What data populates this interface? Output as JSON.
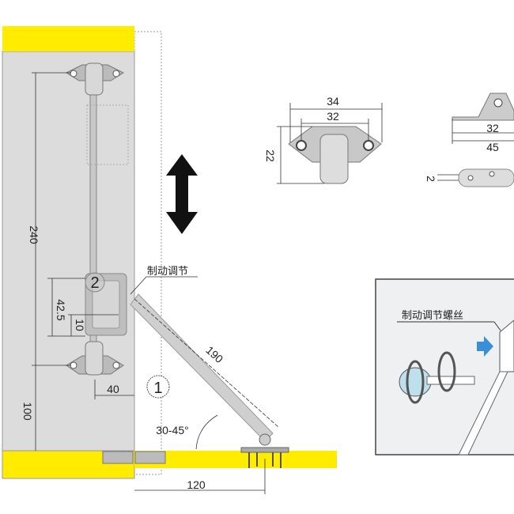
{
  "colors": {
    "wood": "#ffec00",
    "panel": "#dcdcdc",
    "inset_bg": "#eef0f2",
    "arrow_blue": "#3a8fd8"
  },
  "main_view": {
    "dim_240": "240",
    "dim_100": "100",
    "dim_42_5": "42.5",
    "dim_10": "10",
    "dim_40": "40",
    "dim_190": "190",
    "dim_120": "120",
    "angle": "30-45°",
    "marker_1": "1",
    "marker_2": "2",
    "brake_adjust_label": "制动调节"
  },
  "bracket_detail": {
    "dim_34": "34",
    "dim_32": "32",
    "dim_22": "22"
  },
  "side_detail": {
    "dim_32": "32",
    "dim_45": "45",
    "dim_2": "2"
  },
  "inset": {
    "label": "制动调节螺丝"
  },
  "icons": {
    "move_arrow": "double-arrow-vertical-icon"
  }
}
